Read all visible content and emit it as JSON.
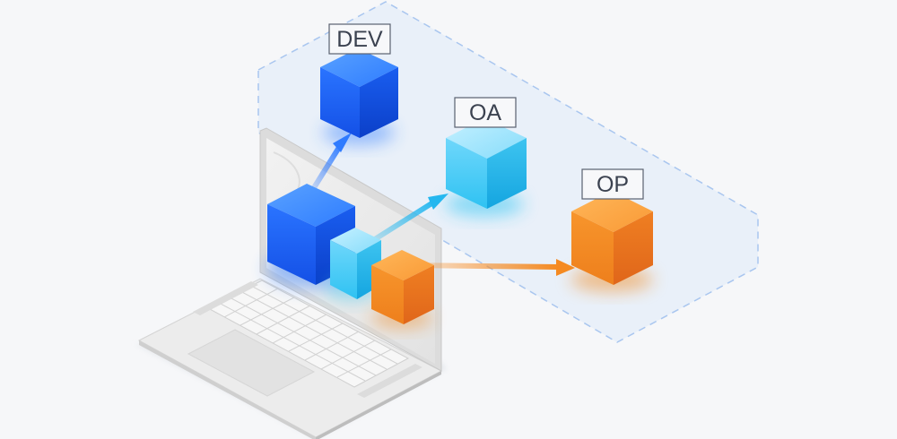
{
  "labels": {
    "dev": "DEV",
    "oa": "OA",
    "op": "OP"
  },
  "colors": {
    "background": "#f6f7f9",
    "zone_fill": "#e6eef9",
    "zone_stroke": "#a9c6ef",
    "blue_cube": "#1a6dff",
    "cyan_cube": "#25c3f3",
    "orange_cube": "#f08a22",
    "label_border": "#5a6170",
    "label_text": "#3b4250",
    "laptop_body": "#eeeeee"
  },
  "icons": [
    "laptop-icon",
    "cube-icon",
    "arrow-icon"
  ]
}
